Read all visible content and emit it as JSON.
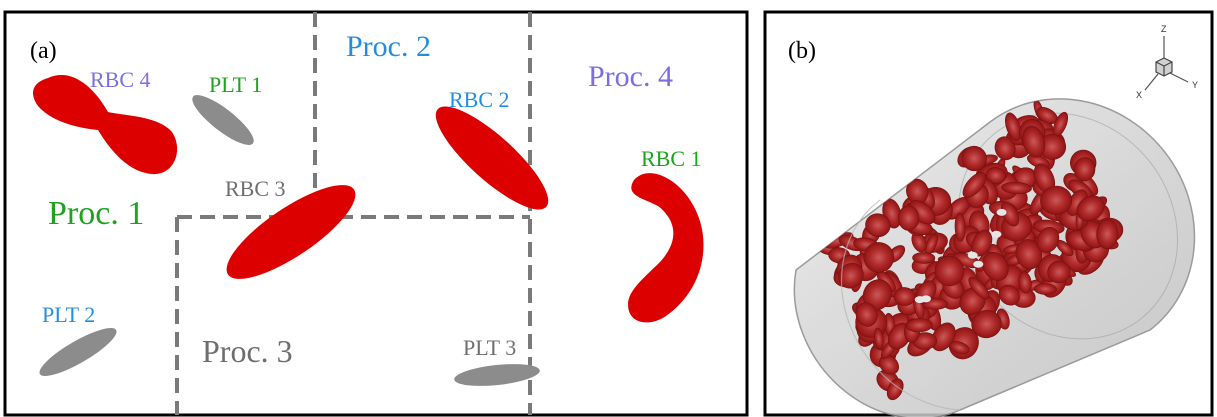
{
  "panel_a": {
    "tag": "(a)",
    "procs": {
      "p1": "Proc. 1",
      "p2": "Proc. 2",
      "p3": "Proc. 3",
      "p4": "Proc. 4"
    },
    "cells": {
      "rbc1": "RBC 1",
      "rbc2": "RBC 2",
      "rbc3": "RBC 3",
      "rbc4": "RBC 4",
      "plt1": "PLT 1",
      "plt2": "PLT 2",
      "plt3": "PLT 3"
    }
  },
  "panel_b": {
    "tag": "(b)",
    "axes": {
      "x": "X",
      "y": "Y",
      "z": "Z"
    }
  },
  "colors": {
    "rbc": "#dd0000",
    "platelet": "#8c8c8c",
    "boundary": "#7a7a7a",
    "green": "#1fa31f",
    "blue": "#1f8fe6",
    "purple": "#7b6fe3",
    "gray": "#6e6e6e"
  }
}
